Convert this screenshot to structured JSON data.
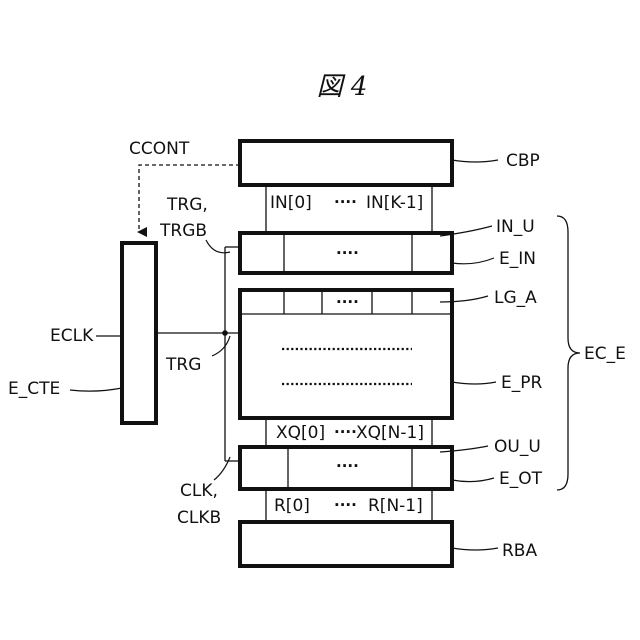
{
  "figure": {
    "title": "図 4"
  },
  "labels": {
    "ccont": "CCONT",
    "cbp": "CBP",
    "trg_trgb_line1": "TRG,",
    "trg_trgb_line2": "TRGB",
    "in_0": "IN[0]",
    "in_ellipsis": "····",
    "in_k1": "IN[K-1]",
    "in_u": "IN_U",
    "e_in": "E_IN",
    "lg_a": "LG_A",
    "eclk": "ECLK",
    "trg": "TRG",
    "e_cte": "E_CTE",
    "e_pr": "E_PR",
    "ec_e": "EC_E",
    "xq_0": "XQ[0]",
    "xq_ellipsis": "····",
    "xq_n1": "XQ[N-1]",
    "ou_u": "OU_U",
    "e_ot": "E_OT",
    "clk_clkb_line1": "CLK,",
    "clk_clkb_line2": "CLKB",
    "r_0": "R[0]",
    "r_ellipsis": "····",
    "r_n1": "R[N-1]",
    "rba": "RBA"
  }
}
